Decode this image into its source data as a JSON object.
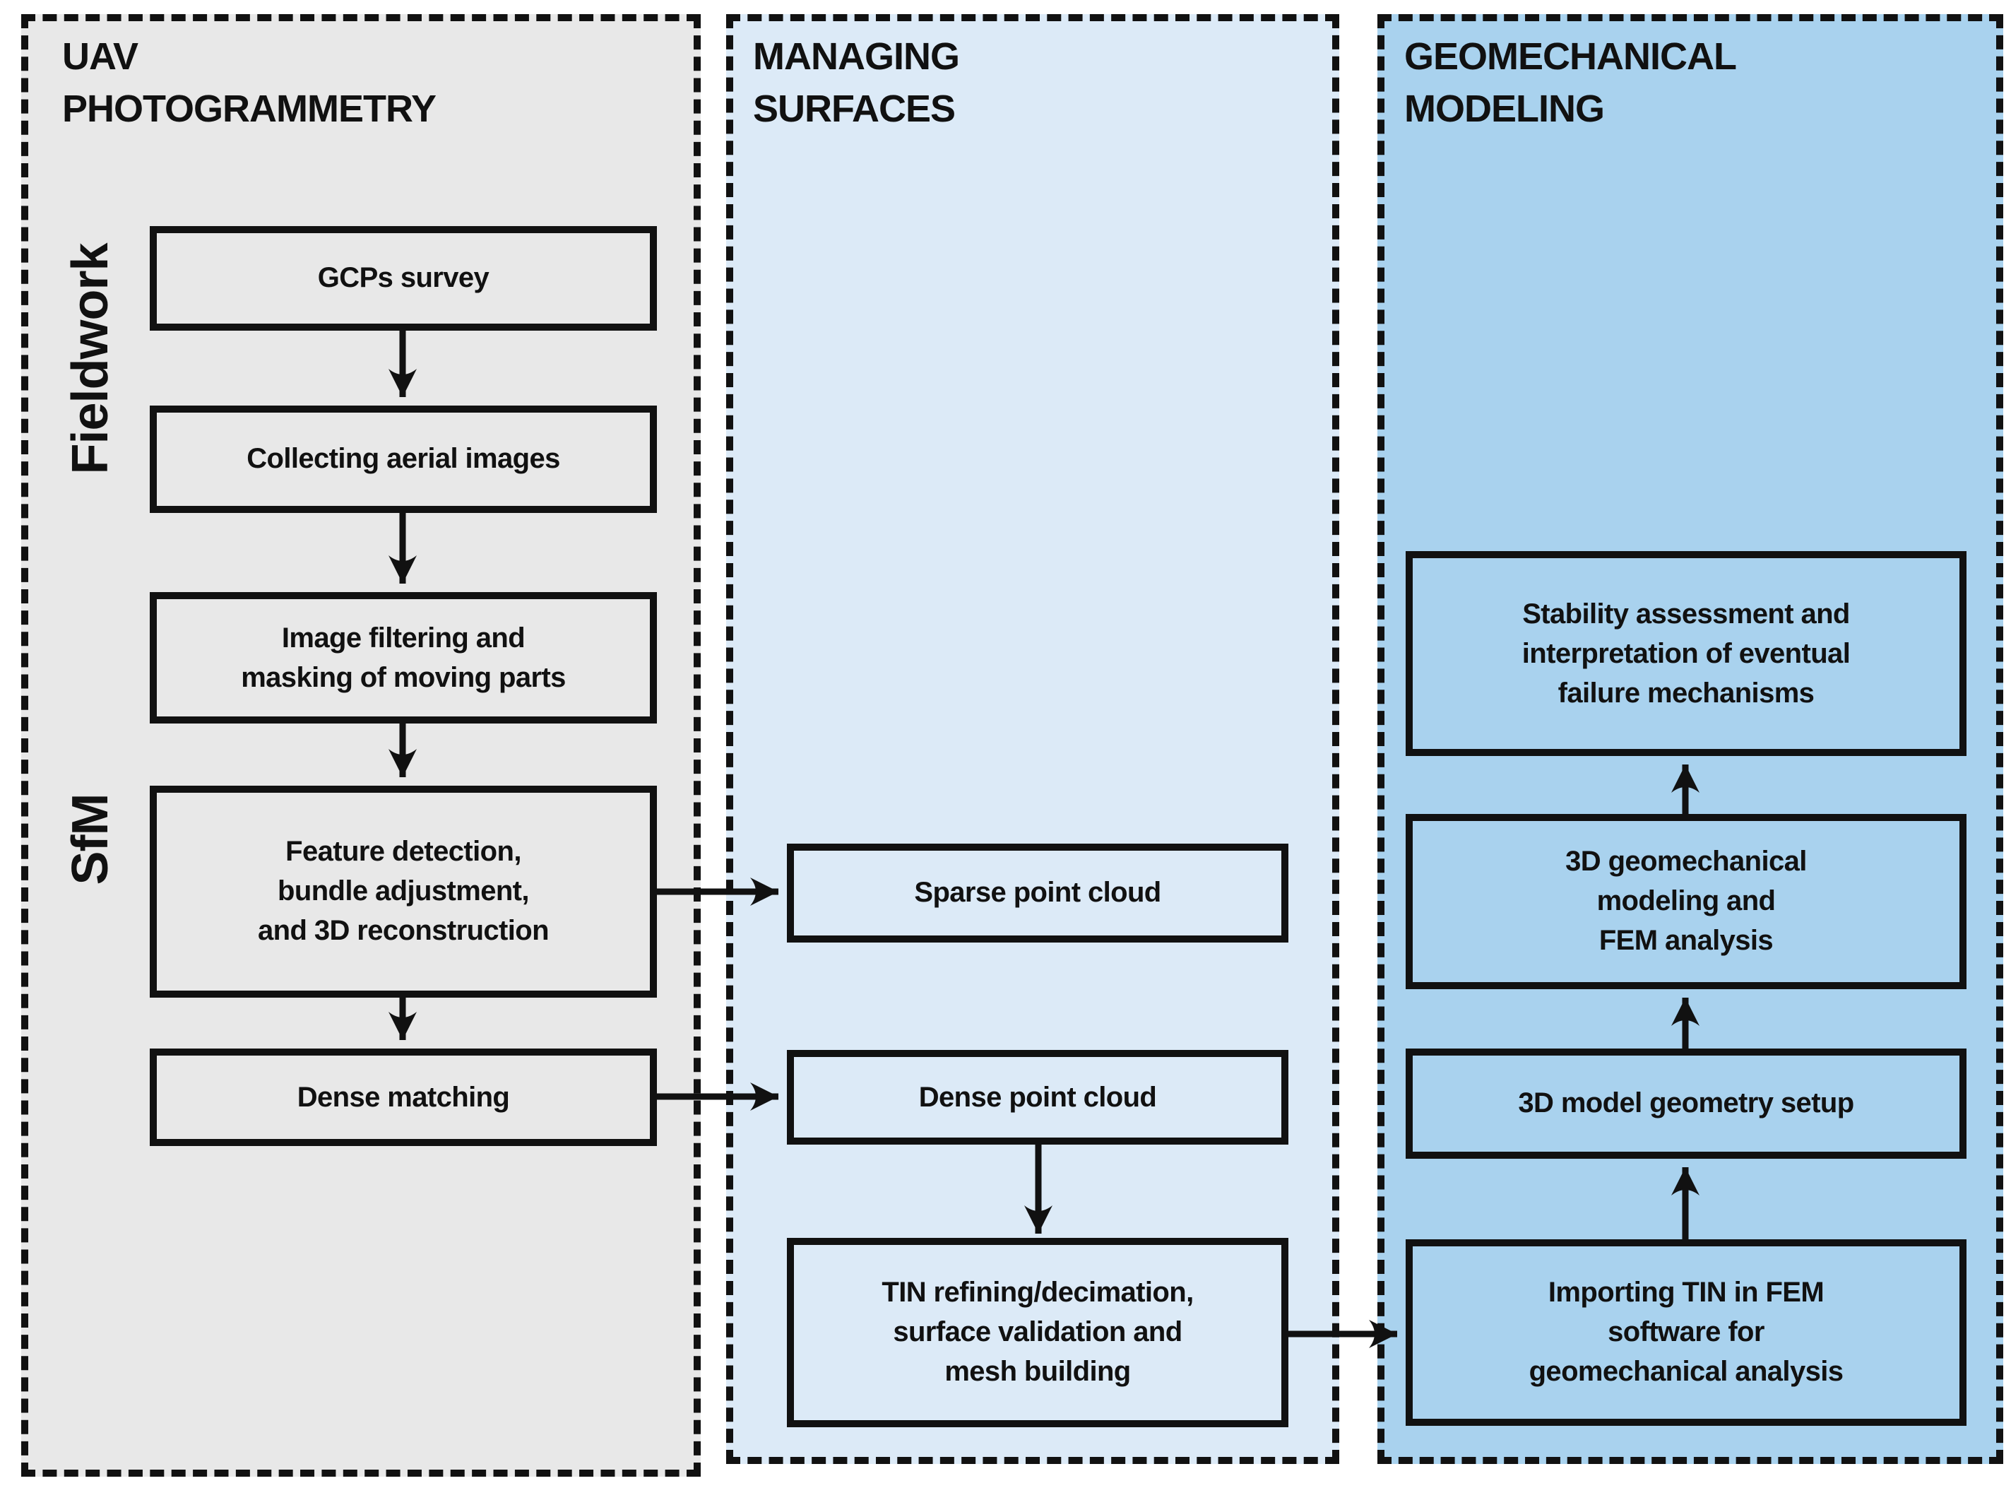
{
  "figure": {
    "type": "flowchart",
    "line_color": "#111111",
    "columns": [
      {
        "title": "UAV\nPHOTOGRAMMETRY",
        "background": "#E8E8E8",
        "group_labels": [
          "Fieldwork",
          "SfM"
        ],
        "boxes": [
          "GCPs survey",
          "Collecting aerial images",
          "Image filtering and\nmasking of moving parts",
          "Feature detection,\nbundle adjustment,\nand 3D reconstruction",
          "Dense matching"
        ]
      },
      {
        "title": "MANAGING\nSURFACES",
        "background": "#DCEAF7",
        "group_labels": [],
        "boxes": [
          "Sparse point cloud",
          "Dense point cloud",
          "TIN refining/decimation,\nsurface validation and\nmesh building"
        ]
      },
      {
        "title": "GEOMECHANICAL\nMODELING",
        "background": "#A9D2EE",
        "group_labels": [],
        "boxes": [
          "Stability assessment and\ninterpretation of eventual\nfailure mechanisms",
          "3D geomechanical\nmodeling and\nFEM analysis",
          "3D model geometry setup",
          "Importing TIN in FEM\nsoftware for\ngeomechanical analysis"
        ]
      }
    ],
    "edges": [
      {
        "from": "GCPs survey",
        "to": "Collecting aerial images"
      },
      {
        "from": "Collecting aerial images",
        "to": "Image filtering and masking of moving parts"
      },
      {
        "from": "Image filtering and masking of moving parts",
        "to": "Feature detection, bundle adjustment, and 3D reconstruction"
      },
      {
        "from": "Feature detection, bundle adjustment, and 3D reconstruction",
        "to": "Dense matching"
      },
      {
        "from": "Feature detection, bundle adjustment, and 3D reconstruction",
        "to": "Sparse point cloud"
      },
      {
        "from": "Dense matching",
        "to": "Dense point cloud"
      },
      {
        "from": "Dense point cloud",
        "to": "TIN refining/decimation, surface validation and mesh building"
      },
      {
        "from": "TIN refining/decimation, surface validation and mesh building",
        "to": "Importing TIN in FEM software for geomechanical analysis"
      },
      {
        "from": "Importing TIN in FEM software for geomechanical analysis",
        "to": "3D model geometry setup"
      },
      {
        "from": "3D model geometry setup",
        "to": "3D geomechanical modeling and FEM analysis"
      },
      {
        "from": "3D geomechanical modeling and FEM analysis",
        "to": "Stability assessment and interpretation of eventual failure mechanisms"
      }
    ]
  }
}
